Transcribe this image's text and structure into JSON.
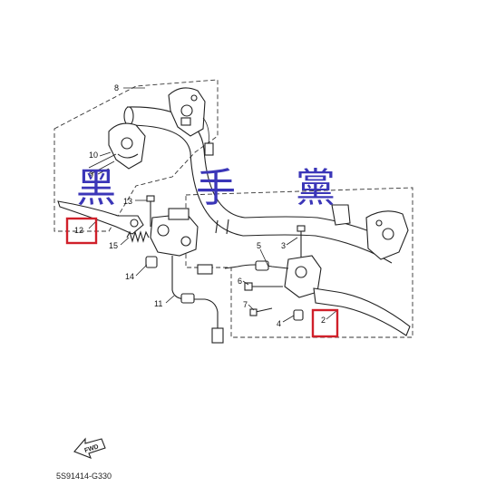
{
  "callouts": {
    "p1": "8",
    "p2": "10",
    "p3": "9",
    "p4": "13",
    "p5": "12",
    "p6": "15",
    "p7": "14",
    "p8": "11",
    "p9": "5",
    "p10": "3",
    "p11": "6",
    "p12": "7",
    "p13": "4",
    "p14": "2"
  },
  "watermark": [
    "黑",
    "手",
    "黨"
  ],
  "fwd_label": "FWD",
  "diagram_code": "5S91414-G330",
  "highlight_color": "#d0202a",
  "watermark_color": "#3b36b8"
}
